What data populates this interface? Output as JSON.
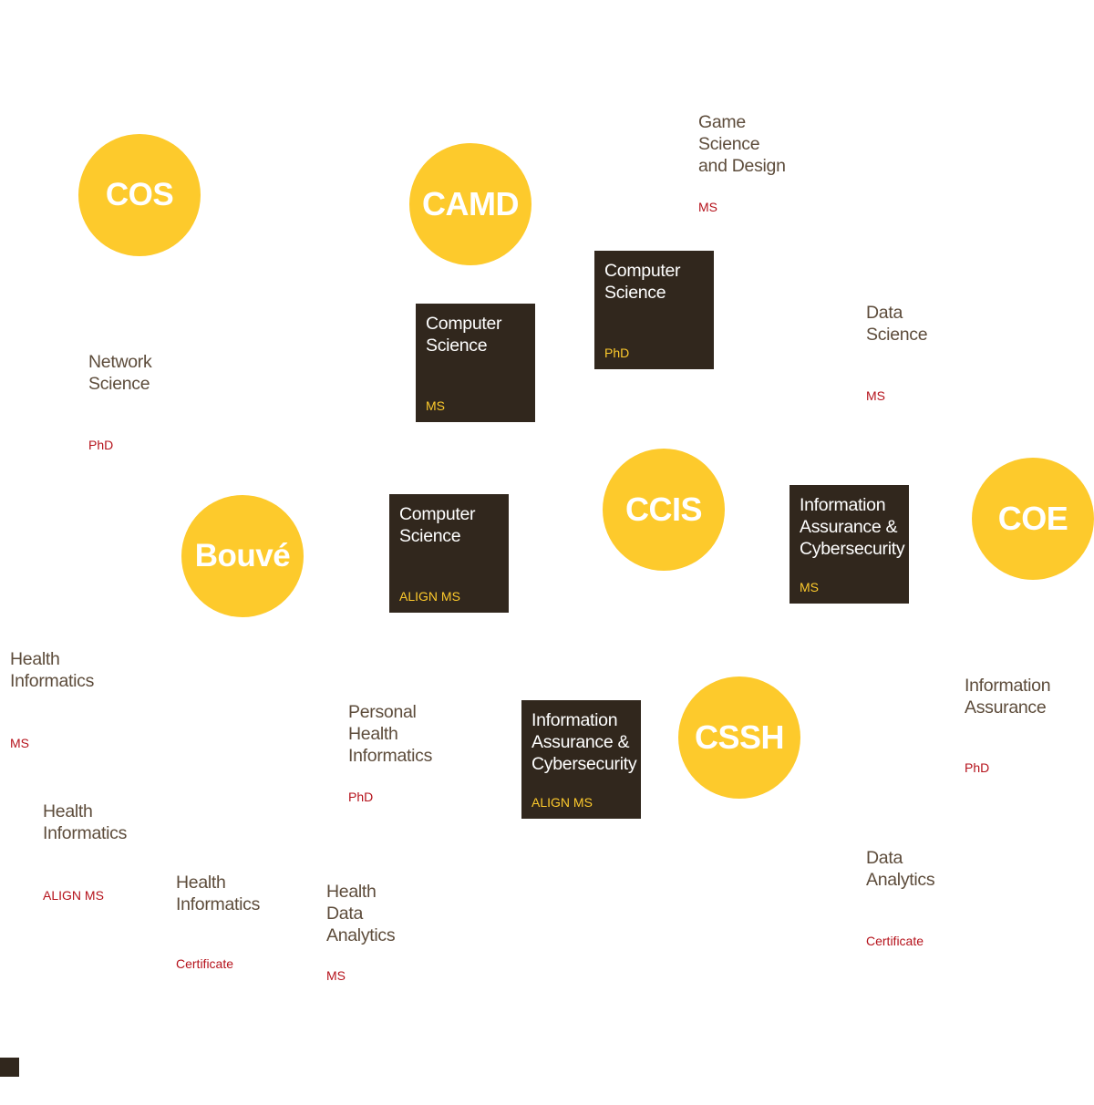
{
  "colors": {
    "college_circle": "#fdca2c",
    "program_box": "#31271d",
    "box_degree": "#fdca2c",
    "program_name": "#5d4c3b",
    "program_degree": "#b5121b"
  },
  "colleges": {
    "cos": "COS",
    "camd": "CAMD",
    "ccis": "CCIS",
    "bouve": "Bouvé",
    "coe": "COE",
    "cssh": "CSSH"
  },
  "boxes": {
    "cs_ms": {
      "name": "Computer\nScience",
      "degree": "MS"
    },
    "cs_phd": {
      "name": "Computer\nScience",
      "degree": "PhD"
    },
    "cs_align": {
      "name": "Computer\nScience",
      "degree": "ALIGN MS"
    },
    "iac_ms": {
      "name": "Information\nAssurance &\nCybersecurity",
      "degree": "MS"
    },
    "iac_align": {
      "name": "Information\nAssurance &\nCybersecurity",
      "degree": "ALIGN MS"
    }
  },
  "programs": {
    "game_science": {
      "name": "Game\nScience\nand Design",
      "degree": "MS"
    },
    "data_science": {
      "name": "Data\nScience",
      "degree": "MS"
    },
    "network_science": {
      "name": "Network\nScience",
      "degree": "PhD"
    },
    "health_informatics_ms": {
      "name": "Health\nInformatics",
      "degree": "MS"
    },
    "personal_health": {
      "name": "Personal\nHealth\nInformatics",
      "degree": "PhD"
    },
    "health_informatics_align": {
      "name": "Health\nInformatics",
      "degree": "ALIGN MS"
    },
    "health_informatics_cert": {
      "name": "Health\nInformatics",
      "degree": "Certificate"
    },
    "health_data_analytics": {
      "name": "Health\nData\nAnalytics",
      "degree": "MS"
    },
    "information_assurance_phd": {
      "name": "Information\nAssurance",
      "degree": "PhD"
    },
    "data_analytics_cert": {
      "name": "Data\nAnalytics",
      "degree": "Certificate"
    }
  }
}
